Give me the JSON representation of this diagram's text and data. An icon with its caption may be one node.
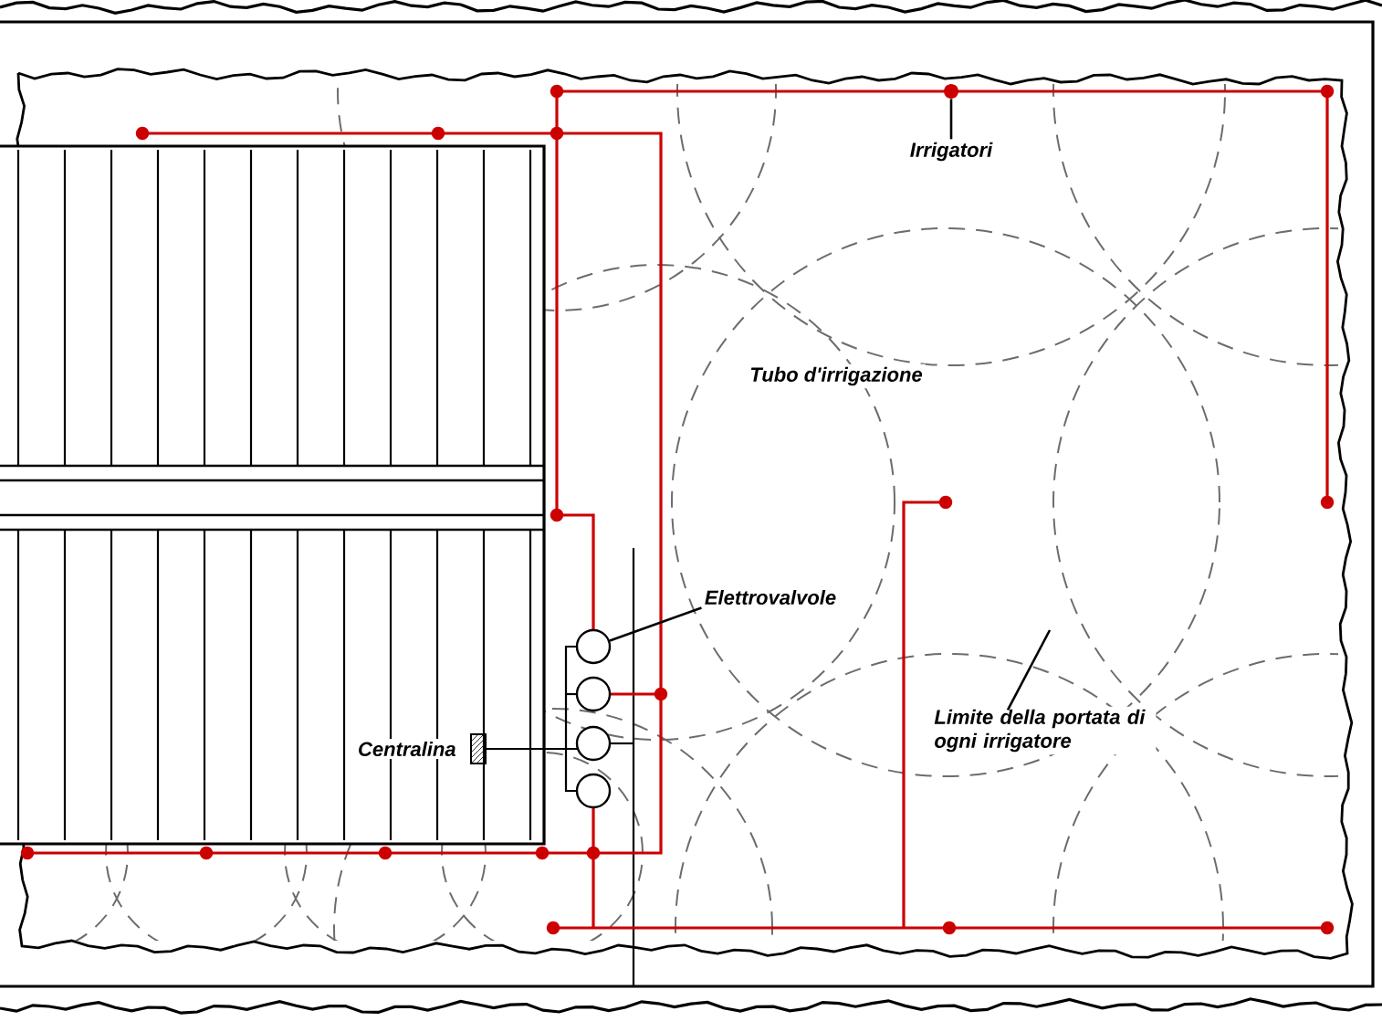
{
  "diagram": {
    "nodes": [
      {
        "text": [
          "Irrigatori"
        ]
      },
      {
        "text": [],
        "shape": "circle"
      },
      {
        "text": [
          "Elettrovalvole"
        ]
      },
      {
        "text": [],
        "shape": "circle"
      },
      {
        "text": [],
        "shape": "box",
        "beside": [
          "Centralina"
        ]
      },
      {
        "text": [
          "Limite della portata di ogni irrigatore"
        ]
      }
    ],
    "edges": [
      {
        "from": 0,
        "to": 1,
        "arrow": "none"
      },
      {
        "from": 2,
        "to": 3,
        "arrow": "none"
      },
      {
        "from": 5,
        "to": null,
        "arrow": "none"
      }
    ],
    "labels": [
      "Tubo d'irrigazione"
    ]
  }
}
